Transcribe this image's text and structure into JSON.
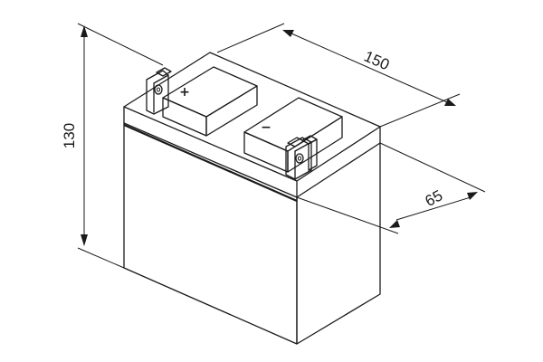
{
  "diagram": {
    "dimensions": {
      "length": "150",
      "height": "130",
      "width": "65"
    },
    "terminals": {
      "positive_symbol": "+",
      "negative_symbol": "−"
    }
  }
}
